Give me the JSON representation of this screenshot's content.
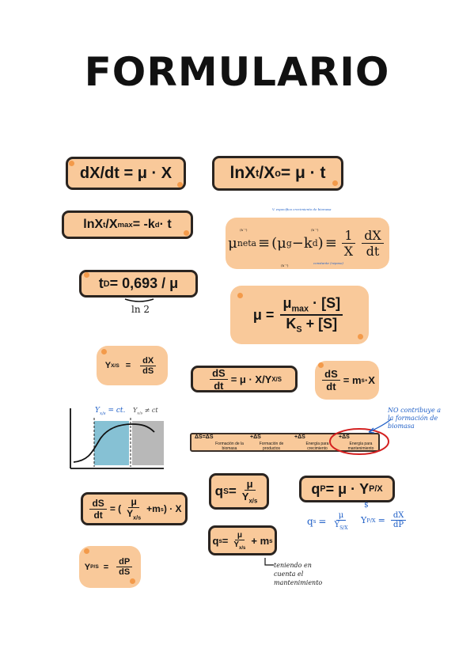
{
  "title": "FORMULARIO",
  "f1": {
    "lhs": "dX/dt = μ · X"
  },
  "f2": {
    "ln": "lnX",
    "sub": "t",
    "mid": "/X",
    "sub2": "o",
    "rhs": " = μ · t"
  },
  "f3": {
    "ln": "lnX",
    "sub": "t",
    "mid": "/X",
    "sub2": "max",
    "rhs": " = -k",
    "sub3": "d",
    "tail": " · t"
  },
  "f4": {
    "mu": "μ",
    "mu_sub": "neta",
    "eq": "≡",
    "mu_g": "μ",
    "g_sub": "g",
    "minus": " −k",
    "kd_sub": "d",
    "one": "1",
    "X": "X",
    "dX": "dX",
    "dt": "dt",
    "note_top": "V. específica crecimiento de biomasa",
    "note_bottom": "constante (reposo)",
    "units1": "(h⁻¹)",
    "units2": "(h⁻¹)",
    "units3": "(h⁻¹)"
  },
  "f5": {
    "lhs": "t",
    "sub": "D",
    "rhs": " = 0,693 / μ",
    "note": "ln 2"
  },
  "f6": {
    "mu": "μ =",
    "num": "μ",
    "num_sub": "max",
    "num_rest": " · [S]",
    "den": "K",
    "den_sub": "S",
    "den_rest": " + [S]"
  },
  "f7": {
    "lhs": "Y",
    "sub": "X/S",
    "eq": "=",
    "num": "dX",
    "den": "dS"
  },
  "f8": {
    "num": "dS",
    "den": "dt",
    "rhs": "= μ · X/Y",
    "sub": "X/S"
  },
  "f9": {
    "num": "dS",
    "den": "dt",
    "rhs": "= m",
    "sub": "s",
    "tail": "·X"
  },
  "graph": {
    "label1": "Y",
    "label1_sub": "x/s",
    "label1_tail": " = ct.",
    "label2": "Y",
    "label2_sub": "x/s",
    "label2_tail": " ≠ ct"
  },
  "strip": {
    "t1": "ΔS=ΔS",
    "c1": "Formación de la biomasa",
    "t2": "+ΔS",
    "c2": "Formación de productos",
    "t3": "+ΔS",
    "c3": "Energía para crecimiento",
    "t4": "+ΔS",
    "c4": "Energía para mantenimiento"
  },
  "note_no": "NO contribuye a la formación de biomasa",
  "f10": {
    "lhs": "q",
    "sub": "S",
    "eq": " =",
    "num": "μ",
    "den": "Y",
    "den_sub": "x/s"
  },
  "f11": {
    "lhs": "q",
    "sub": "P",
    "rhs": " = μ · Y",
    "sub2": "P/X"
  },
  "blue_eq1": {
    "lhs": "q",
    "sub": "s",
    "eq": "=",
    "num": "μ",
    "den": "Y",
    "den_sub": "S/X"
  },
  "blue_eq2": {
    "lhs": "Y",
    "sub": "P/X",
    "eq": "=",
    "num": "dX",
    "den": "dP",
    "mark": "$"
  },
  "f12": {
    "num": "dS",
    "den": "dt",
    "eq": "= (",
    "inum": "μ",
    "iden": "Y",
    "iden_sub": "x/s",
    "plus": "+m",
    "plus_sub": "s",
    "tail": ") · X"
  },
  "f13": {
    "lhs": "q",
    "sub": "s",
    "eq": " =",
    "num": "μ",
    "den": "Y",
    "den_sub": "x/s",
    "tail": " + m",
    "tail_sub": "s"
  },
  "note_mant": "teniendo en cuenta el mantenimiento",
  "f14": {
    "lhs": "Y",
    "sub": "P/S",
    "eq": "=",
    "num": "dP",
    "den": "dS"
  }
}
